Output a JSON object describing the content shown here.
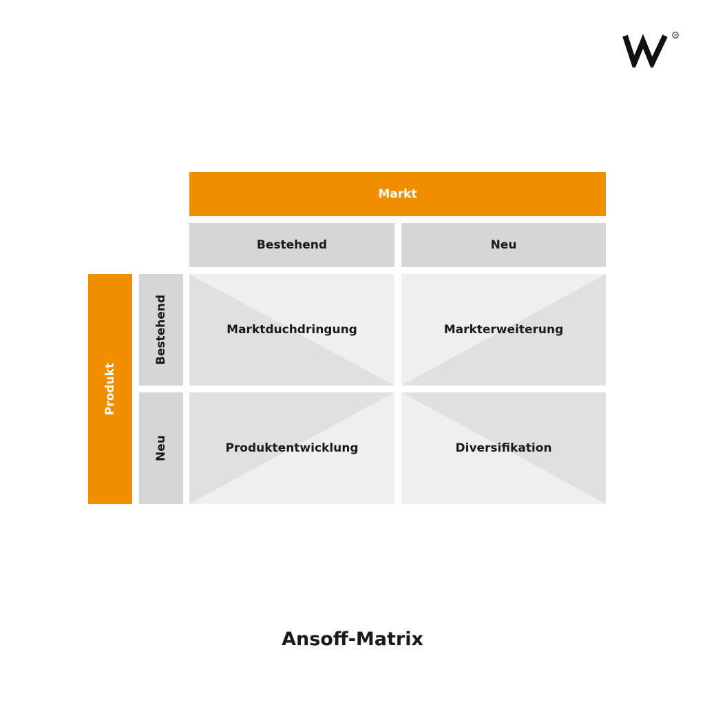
{
  "logo": {
    "icon": "w-logo-icon",
    "registered": "®"
  },
  "colors": {
    "accent": "#f18e00",
    "header_grey": "#d6d6d6",
    "cell_light": "#efefef",
    "cell_dark": "#e0e0e0"
  },
  "matrix": {
    "market_header": "Markt",
    "market_columns": [
      "Bestehend",
      "Neu"
    ],
    "product_header": "Produkt",
    "product_rows": [
      "Bestehend",
      "Neu"
    ],
    "cells": [
      [
        "Marktduchdringung",
        "Markterweiterung"
      ],
      [
        "Produktentwicklung",
        "Diversifikation"
      ]
    ]
  },
  "title": "Ansoff-Matrix"
}
